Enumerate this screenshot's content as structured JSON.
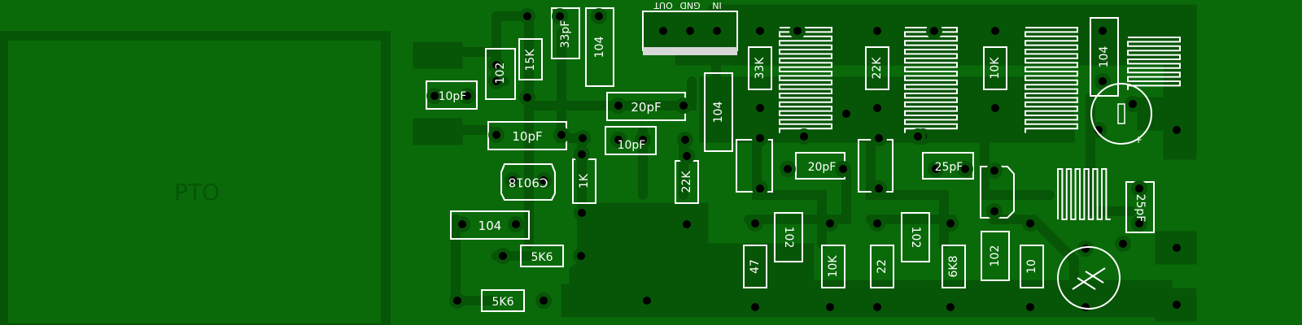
{
  "board": {
    "background": "#0a6a0a",
    "copper_color": "#075507",
    "silk_color": "#ffffff",
    "pad_hole_color": "#000000"
  },
  "module_label": "PTO",
  "connector": {
    "pins": [
      "OUT",
      "GND",
      "IN"
    ]
  },
  "labels": {
    "c_33pf": "33pF",
    "c_104_a": "104",
    "r_15k": "15K",
    "c_102_a": "102",
    "c_10pf_a": "10pF",
    "c_20pf_a": "20pF",
    "c_10pf_b": "10pF",
    "c_10pf_c": "10pF",
    "c_104_b": "104",
    "transistor": "C9018",
    "r_1k": "1K",
    "r_22k_a": "22K",
    "c_104_c": "104",
    "r_5k6_a": "5K6",
    "r_5k6_b": "5K6",
    "r_33k": "33K",
    "r_22k_b": "22K",
    "r_10k_a": "10K",
    "c_104_d": "104",
    "c_20pf_b": "20pF",
    "c_25pf_a": "25pF",
    "c_25pf_b": "25pF",
    "c_102_b": "102",
    "c_102_c": "102",
    "c_102_d": "102",
    "r_47": "47",
    "r_10k_b": "10K",
    "r_22": "22",
    "r_6k8": "6K8",
    "r_10": "10"
  },
  "icons": {
    "electrolytic_cap": "electrolytic-capacitor-icon",
    "trimmer_cap": "trimmer-capacitor-icon"
  }
}
